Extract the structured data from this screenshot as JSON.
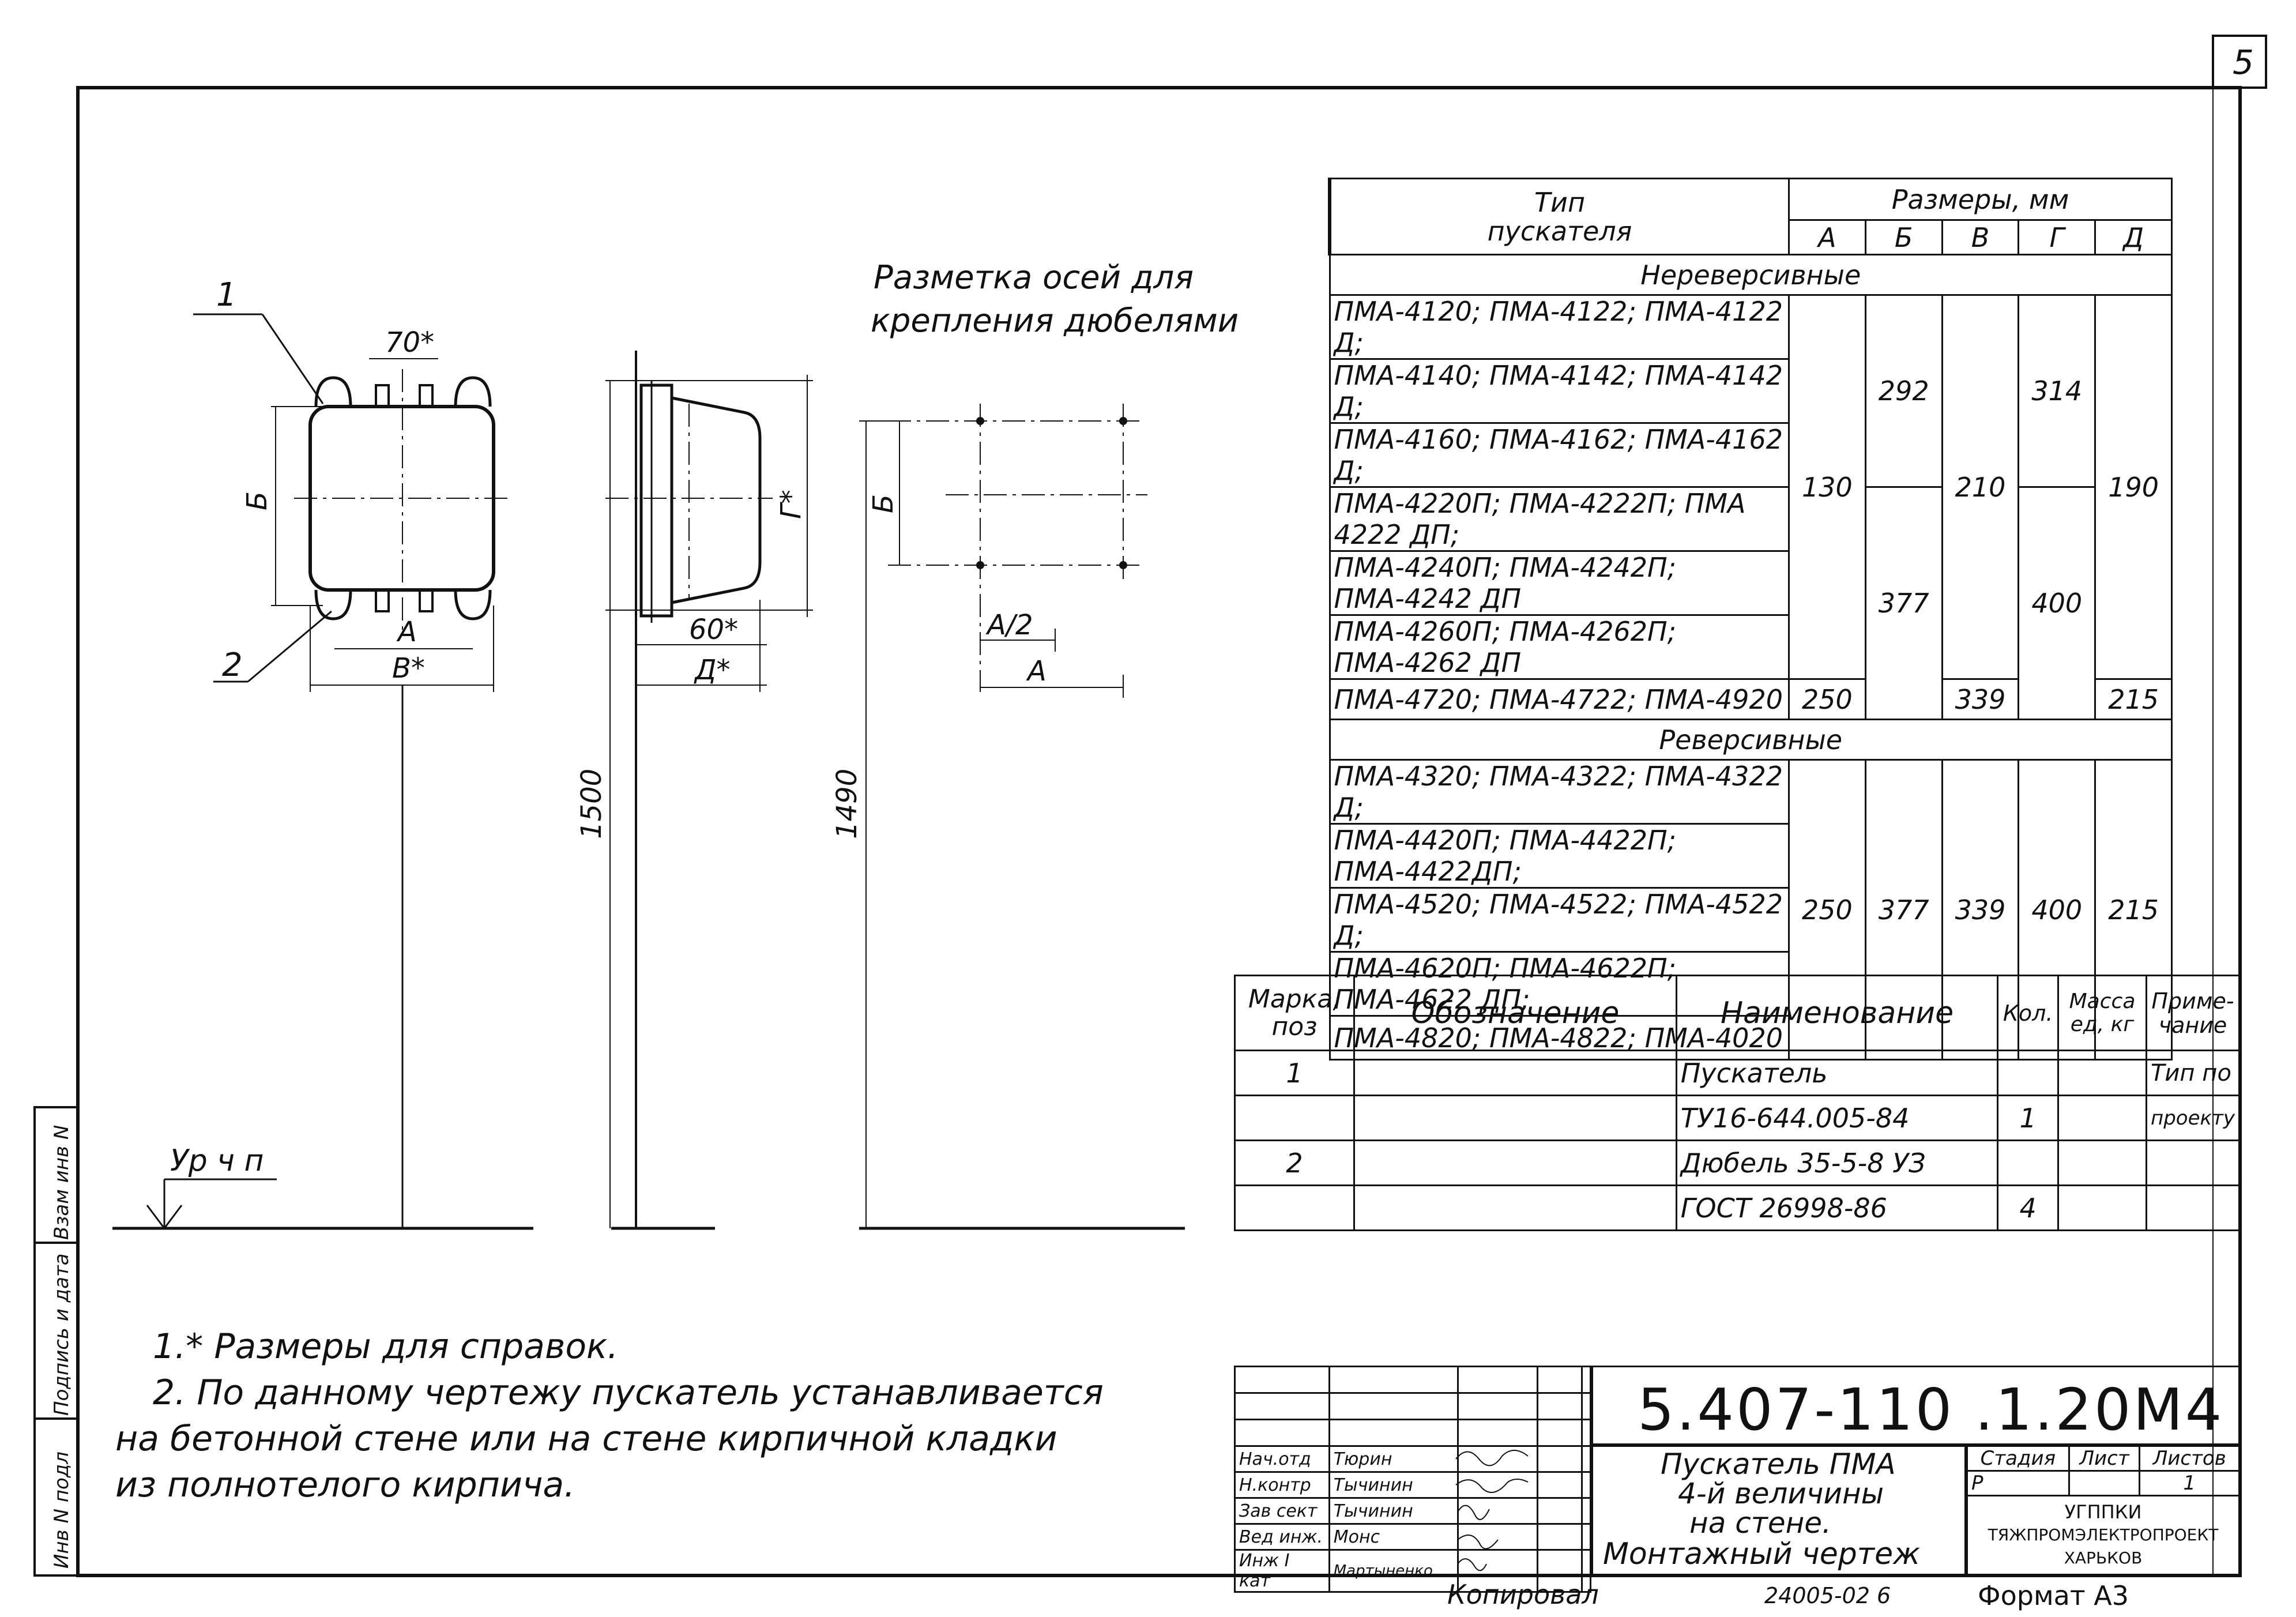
{
  "sheet": {
    "page_number": "5",
    "format": "Формат А3",
    "copied": "Копировал",
    "inv": "24005-02 6"
  },
  "drawing": {
    "callout1": "1",
    "callout2": "2",
    "dim_70": "70*",
    "dim_B_cyr": "Б",
    "dim_A": "А",
    "dim_V": "В*",
    "dim_G": "Г*",
    "dim_60": "60*",
    "dim_D": "Д*",
    "dim_1500": "1500",
    "dim_1490": "1490",
    "dim_B2": "Б",
    "dim_A2": "А/2",
    "dim_A3": "А",
    "marking_title_1": "Разметка осей для",
    "marking_title_2": "крепления дюбелями",
    "floor_level": "Ур ч п"
  },
  "size_table": {
    "h_type_1": "Тип",
    "h_type_2": "пускателя",
    "h_sizes": "Размеры, мм",
    "cols": [
      "А",
      "Б",
      "В",
      "Г",
      "Д"
    ],
    "sec_nonrev": "Нереверсивные",
    "sec_rev": "Реверсивные",
    "nonrev_rows": [
      "ПМА-4120; ПМА-4122; ПМА-4122 Д;",
      "ПМА-4140; ПМА-4142; ПМА-4142 Д;",
      "ПМА-4160; ПМА-4162; ПМА-4162 Д;",
      "ПМА-4220П; ПМА-4222П; ПМА 4222 ДП;",
      "ПМА-4240П; ПМА-4242П; ПМА-4242 ДП",
      "ПМА-4260П; ПМА-4262П; ПМА-4262 ДП",
      "ПМА-4720; ПМА-4722; ПМА-4920"
    ],
    "v130": "130",
    "v292": "292",
    "v377a": "377",
    "v210": "210",
    "v314": "314",
    "v400a": "400",
    "v190": "190",
    "v250a": "250",
    "v339a": "339",
    "v215a": "215",
    "rev_rows": [
      "ПМА-4320; ПМА-4322; ПМА-4322 Д;",
      "ПМА-4420П; ПМА-4422П; ПМА-4422ДП;",
      "ПМА-4520; ПМА-4522; ПМА-4522 Д;",
      "ПМА-4620П; ПМА-4622П; ПМА-4622 ДП;",
      "ПМА-4820; ПМА-4822; ПМА-4020"
    ],
    "rev_values": [
      "250",
      "377",
      "339",
      "400",
      "215"
    ]
  },
  "spec": {
    "h_mark": "Марка, поз",
    "h_desig": "Обозначение",
    "h_name": "Наименование",
    "h_qty": "Кол.",
    "h_mass": "Масса ед, кг",
    "h_note": "Приме- чание",
    "rows": [
      {
        "pos": "1",
        "name": "Пускатель",
        "qty": "",
        "note": "Тип по"
      },
      {
        "pos": "",
        "name": "ТУ16-644.005-84",
        "qty": "1",
        "note": "проекту"
      },
      {
        "pos": "2",
        "name": "Дюбель 35-5-8 УЗ",
        "qty": "",
        "note": ""
      },
      {
        "pos": "",
        "name": "ГОСТ 26998-86",
        "qty": "4",
        "note": ""
      }
    ]
  },
  "notes": {
    "n1": "1.* Размеры для справок.",
    "n2a": "2. По данному чертежу пускатель устанавливается",
    "n2b": "на бетонной стене или на стене кирпичной кладки",
    "n2c": "из полнотелого кирпича."
  },
  "stamp": {
    "code": "5.407-110 .1.20М4",
    "title_1": "Пускатель ПМА",
    "title_2": "4-й величины",
    "title_3": "на стене.",
    "title_4": "Монтажный чертеж",
    "stage_h": "Стадия",
    "sheet_h": "Лист",
    "sheets_h": "Листов",
    "stage": "Р",
    "sheet": "",
    "sheets": "1",
    "org_1": "УГППКИ",
    "org_2": "ТЯЖПРОМЭЛЕКТРОПРОЕКТ",
    "org_3": "ХАРЬКОВ",
    "roles": [
      "Нач.отд",
      "Н.контр",
      "Зав сект",
      "Вед инж.",
      "Инж I кат"
    ],
    "names": [
      "Тюрин",
      "Тычинин",
      "Тычинин",
      "Монс",
      "Мартыненко"
    ]
  },
  "side": {
    "a": "Взам инв N",
    "b": "Подпись и дата",
    "c": "Инв N подл"
  }
}
